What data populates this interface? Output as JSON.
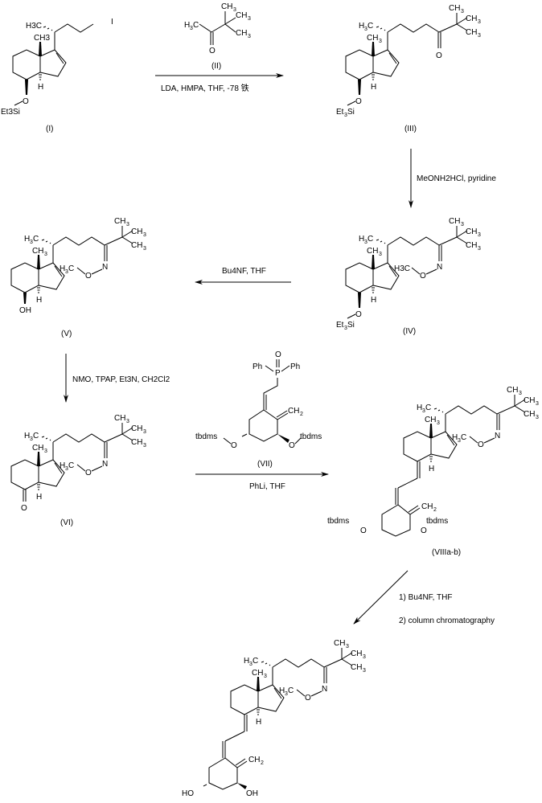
{
  "scheme": {
    "compounds": {
      "c1": {
        "label": "(I)",
        "silyl": "Et3Si",
        "substituent": "I"
      },
      "c2": {
        "label": "(II)"
      },
      "c3": {
        "label": "(III)"
      },
      "c4": {
        "label": "(IV)"
      },
      "c5": {
        "label": "(V)",
        "oh": "OH"
      },
      "c6": {
        "label": "(VI)",
        "ketone_o": "O"
      },
      "c7": {
        "label": "(VII)",
        "ph_left": "Ph",
        "ph_right": "Ph",
        "p": "P",
        "o": "O",
        "protect_left": "tbdms",
        "protect_right": "tbdms"
      },
      "c8": {
        "label": "(VIIIa-b)",
        "protect_left": "tbdms",
        "protect_right": "tbdms"
      },
      "c9": {
        "label": "",
        "oh_left": "HO",
        "oh_right": "OH"
      }
    },
    "steps": {
      "s1": "LDA, HMPA, THF, -78 铁",
      "s2": "MeONH2HCl, pyridine",
      "s3": "Bu4NF, THF",
      "s4": "NMO, TPAP, Et3N, CH2Cl2",
      "s5": "PhLi, THF",
      "s6a": "1) Bu4NF, THF",
      "s6b": "2) column chromatography"
    },
    "atoms": {
      "h3c": "H3C",
      "ch3": "CH3",
      "h": "H",
      "o": "O",
      "n": "N",
      "ch2": "CH2",
      "ome_c": "H3C",
      "ome_o": "O"
    }
  }
}
